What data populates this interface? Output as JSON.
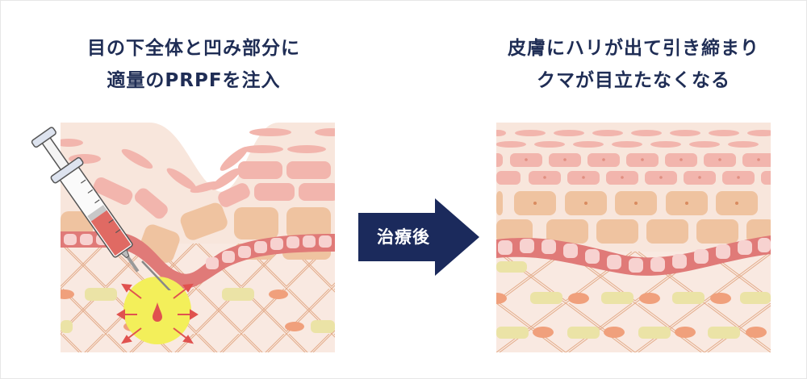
{
  "before": {
    "caption_line1": "目の下全体と凹み部分に",
    "caption_line2": "適量のPRPFを注入",
    "illustration": "skin-cross-section-with-depression-and-syringe-injection"
  },
  "transition": {
    "label": "治療後",
    "color": "#1b2a5c"
  },
  "after": {
    "caption_line1": "皮膚にハリが出て引き締まり",
    "caption_line2": "クマが目立たなくなる",
    "illustration": "skin-cross-section-smooth-after-treatment"
  },
  "colors": {
    "caption_text": "#1f2d55",
    "skin_background": "#f8e6dc",
    "upper_cells": "#f2b5ad",
    "middle_cells": "#efc3a0",
    "basal_layer": "#e07a78",
    "basal_cells": "#f7d2d0",
    "fat_cells": "#ebe3a6",
    "fiber_nodes": "#f0a07c",
    "injection_zone": "#f3ef5a",
    "arrow_marks": "#e0524f"
  }
}
